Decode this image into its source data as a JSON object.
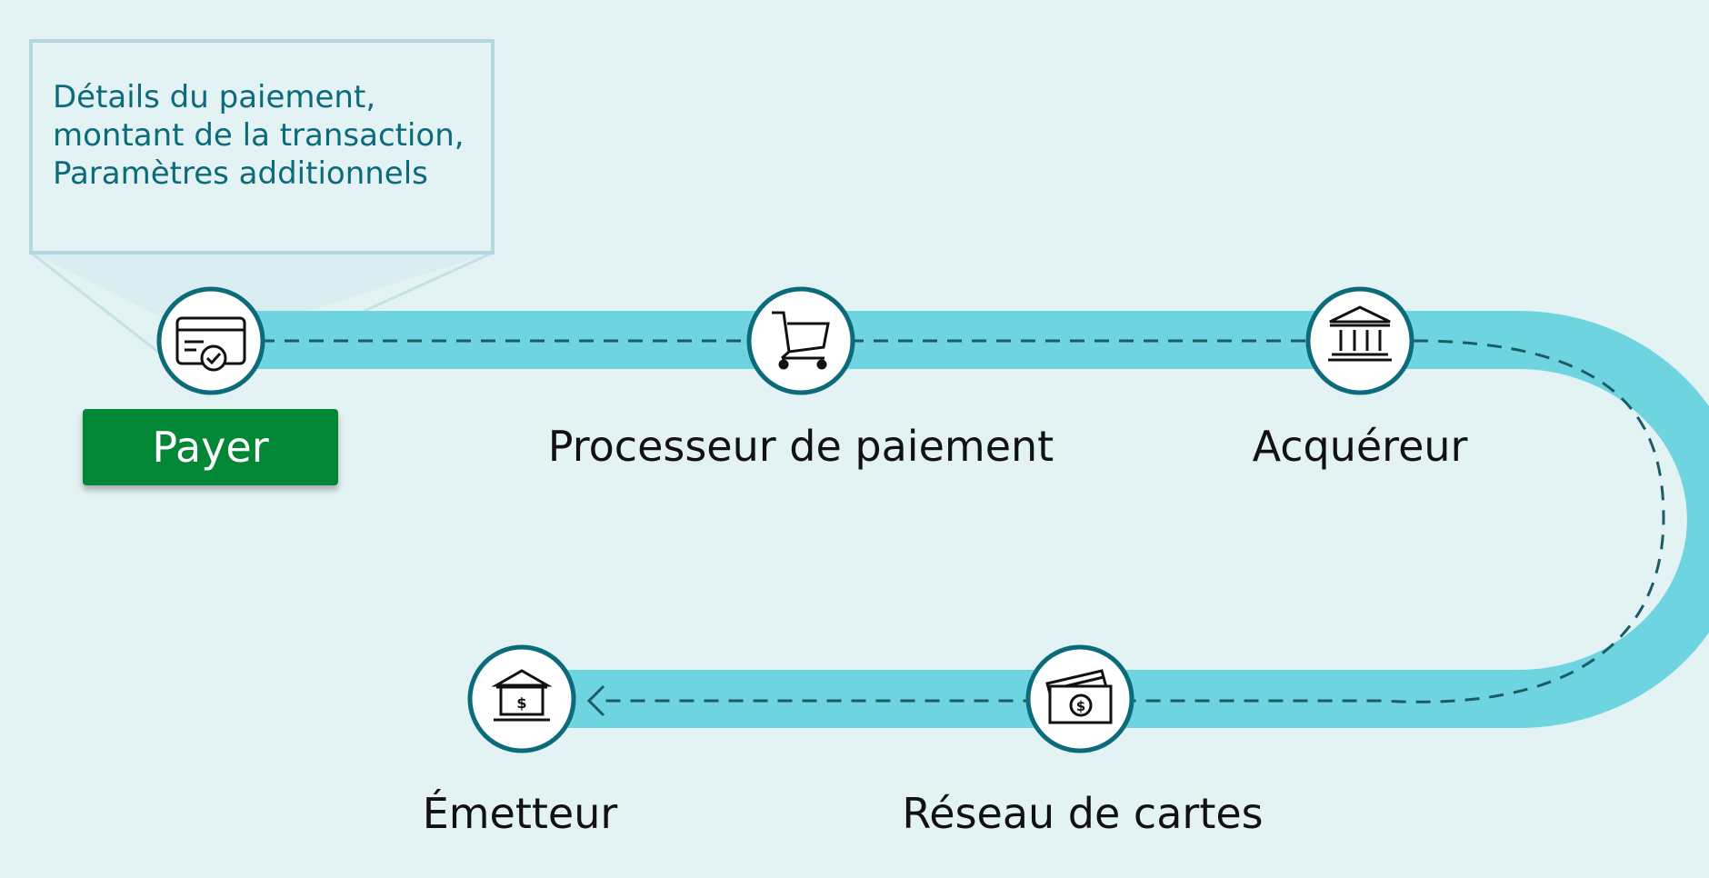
{
  "callout": {
    "lines": [
      "Détails du paiement,",
      "montant de la transaction,",
      "Paramètres additionnels"
    ]
  },
  "payer_button": {
    "label": "Payer"
  },
  "nodes": [
    {
      "id": "payer",
      "icon": "payment-card-check-icon"
    },
    {
      "id": "processor",
      "label": "Processeur de paiement",
      "icon": "shopping-cart-icon"
    },
    {
      "id": "acquirer",
      "label": "Acquéreur",
      "icon": "bank-icon"
    },
    {
      "id": "card_network",
      "label": "Réseau de cartes",
      "icon": "cards-cash-icon"
    },
    {
      "id": "issuer",
      "label": "Émetteur",
      "icon": "bank-dollar-icon"
    }
  ],
  "colors": {
    "background": "#e3f2f3",
    "track": "#6ed5e0",
    "node_border": "#0c6b7a",
    "dash": "#1a5c66",
    "callout_border": "#b3d9de",
    "callout_text": "#0c6b7a",
    "button": "#028737"
  }
}
